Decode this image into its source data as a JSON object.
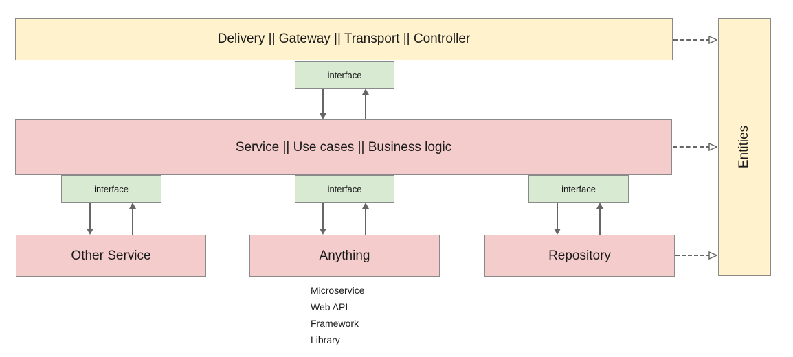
{
  "diagram": {
    "boxes": {
      "delivery": {
        "label": "Delivery || Gateway || Transport || Controller"
      },
      "interface_top": {
        "label": "interface"
      },
      "service": {
        "label": "Service || Use cases || Business logic"
      },
      "interface_left": {
        "label": "interface"
      },
      "interface_middle": {
        "label": "interface"
      },
      "interface_right": {
        "label": "interface"
      },
      "other_service": {
        "label": "Other Service"
      },
      "anything": {
        "label": "Anything"
      },
      "repository": {
        "label": "Repository"
      },
      "entities": {
        "label": "Entities"
      }
    },
    "anything_examples": [
      "Microservice",
      "Web API",
      "Framework",
      "Library"
    ],
    "colors": {
      "box_yellow": "#FFF2CC",
      "box_pink": "#F4CCCC",
      "box_green": "#D9EAD3",
      "box_border": "#8A8A8A",
      "arrow_gray": "#666666",
      "text": "#1A1A1A",
      "background": "#FFFFFF"
    }
  }
}
